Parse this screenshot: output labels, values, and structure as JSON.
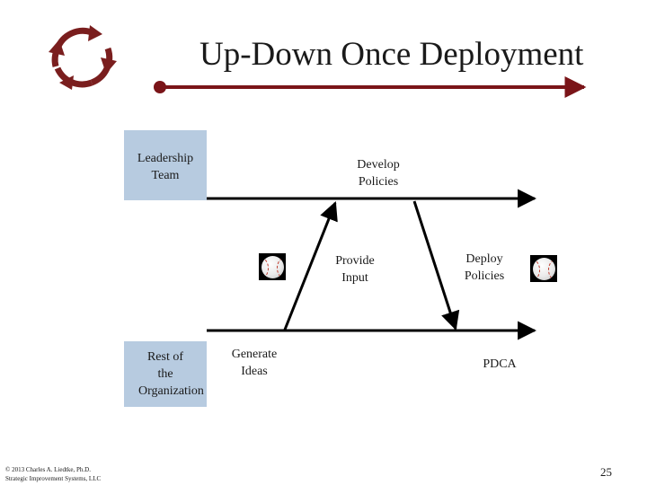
{
  "slide": {
    "title": "Up-Down Once Deployment",
    "page_number": "25",
    "copyright_line1": "© 2013 Charles A. Liedtke, Ph.D.",
    "copyright_line2": "Strategic Improvement Systems, LLC"
  },
  "boxes": {
    "leadership": "Leadership Team",
    "rest": "Rest of the Organization"
  },
  "labels": {
    "develop": "Develop Policies",
    "provide": "Provide Input",
    "deploy": "Deploy Policies",
    "generate": "Generate Ideas",
    "pdca": "PDCA"
  },
  "icons": {
    "logo": "cycle-arrows-icon",
    "ball_left": "baseball-icon",
    "ball_right": "baseball-icon"
  },
  "colors": {
    "title_rule": "#7a1418",
    "box_fill": "#b7cbe0",
    "logo": "#7a1e1e"
  }
}
